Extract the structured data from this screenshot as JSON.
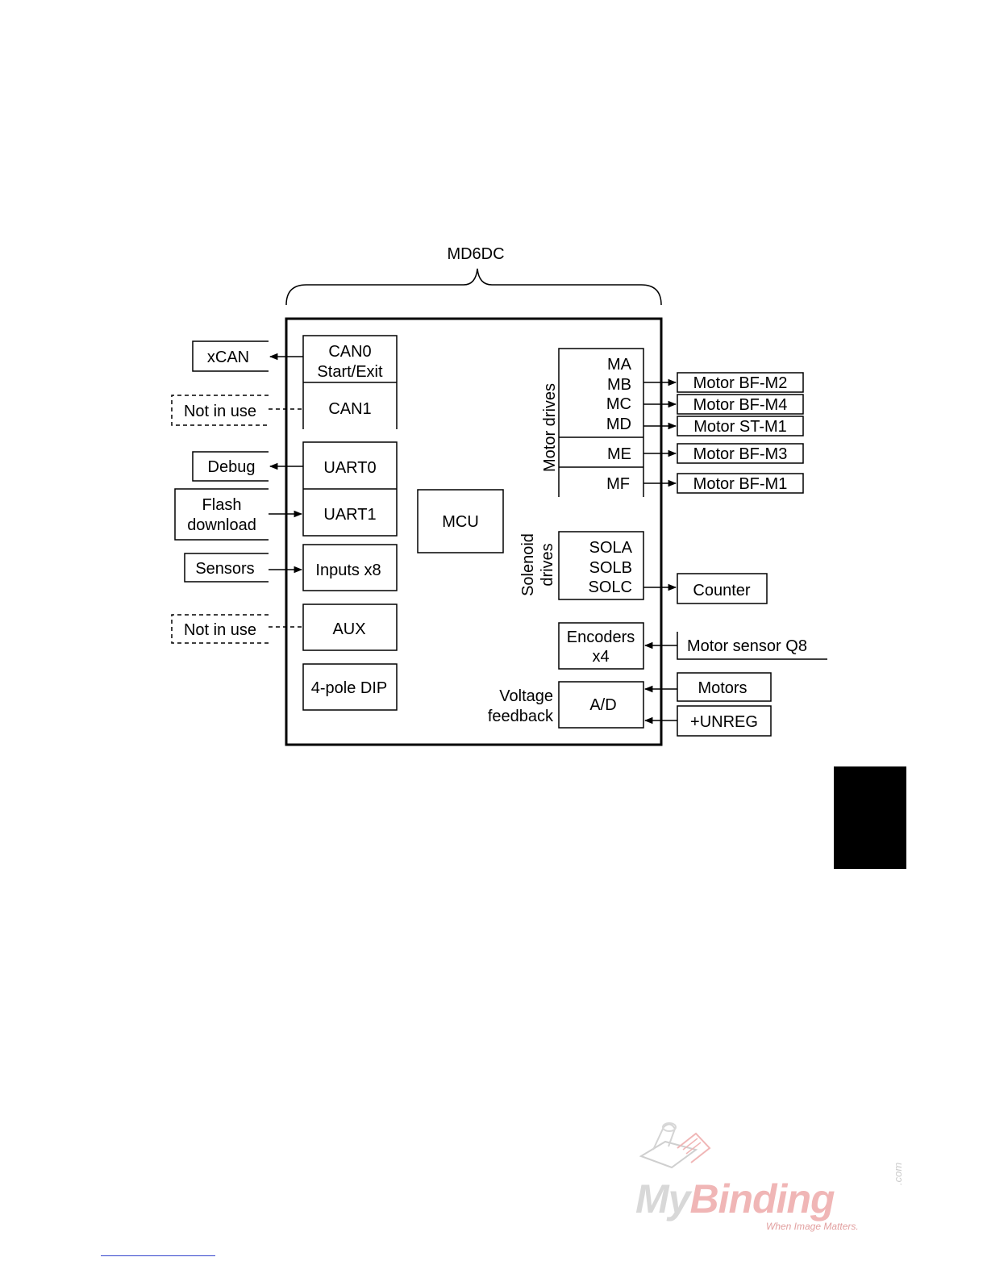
{
  "diagram": {
    "board_label": "MD6DC",
    "left_blocks": {
      "can0_line1": "CAN0",
      "can0_line2": "Start/Exit",
      "can1": "CAN1",
      "uart0": "UART0",
      "uart1": "UART1",
      "inputs": "Inputs x8",
      "aux": "AUX",
      "dip": "4-pole DIP"
    },
    "mcu": "MCU",
    "external_left": {
      "xcan": "xCAN",
      "not_in_use_1": "Not in use",
      "debug": "Debug",
      "flash_line1": "Flash",
      "flash_line2": "download",
      "sensors": "Sensors",
      "not_in_use_2": "Not in use"
    },
    "motor_drives": {
      "group_label": "Motor drives",
      "ma": "MA",
      "mb": "MB",
      "mc": "MC",
      "md": "MD",
      "me": "ME",
      "mf": "MF"
    },
    "solenoid_drives": {
      "group_label_line1": "Solenoid",
      "group_label_line2": "drives",
      "sola": "SOLA",
      "solb": "SOLB",
      "solc": "SOLC"
    },
    "encoders_line1": "Encoders",
    "encoders_line2": "x4",
    "ad": "A/D",
    "voltage_line1": "Voltage",
    "voltage_line2": "feedback",
    "external_right": {
      "motor_bf_m2": "Motor BF-M2",
      "motor_bf_m4": "Motor BF-M4",
      "motor_st_m1": "Motor ST-M1",
      "motor_bf_m3": "Motor BF-M3",
      "motor_bf_m1": "Motor BF-M1",
      "counter": "Counter",
      "motor_sensor": "Motor sensor Q8",
      "motors": "Motors",
      "unreg": "+UNREG"
    }
  },
  "watermark": {
    "brand_part1": "My",
    "brand_part2": "Binding",
    "domain_suffix": ".com",
    "tagline": "When Image Matters."
  },
  "colors": {
    "side_tab": "#000000",
    "watermark_gray": "#d8d8d8",
    "watermark_red": "#f0b6b6",
    "footer_link": "#3344cc"
  }
}
